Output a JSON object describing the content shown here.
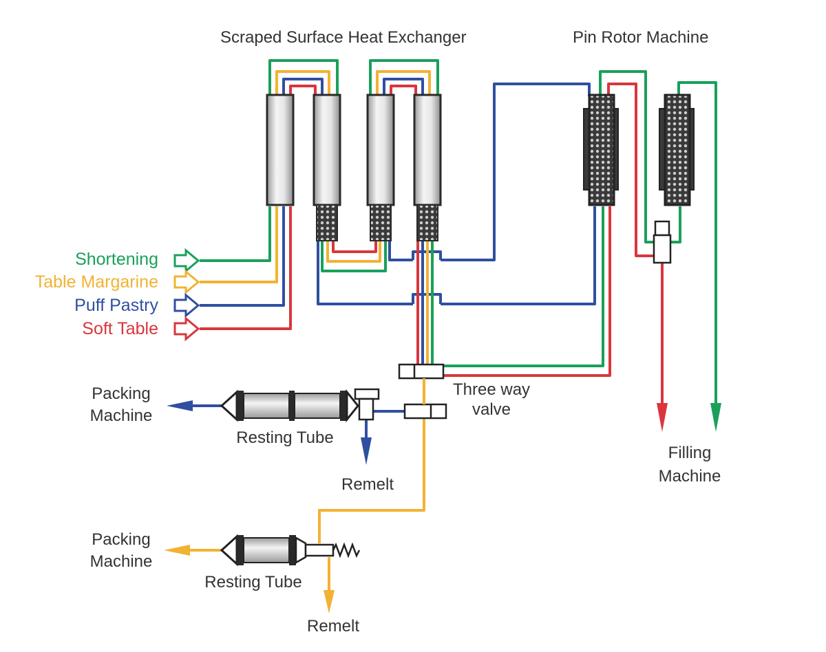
{
  "headings": {
    "sshe": "Scraped Surface Heat Exchanger",
    "pin_rotor": "Pin Rotor Machine"
  },
  "inputs": [
    {
      "label": "Shortening",
      "color": "#1aa05a"
    },
    {
      "label": "Table Margarine",
      "color": "#f2b233"
    },
    {
      "label": "Puff Pastry",
      "color": "#2f4fa0"
    },
    {
      "label": "Soft Table",
      "color": "#d9363e"
    }
  ],
  "labels": {
    "three_way_valve_l1": "Three way",
    "three_way_valve_l2": "valve",
    "packing_upper_l1": "Packing",
    "packing_upper_l2": "Machine",
    "resting_tube_upper": "Resting Tube",
    "remelt_upper": "Remelt",
    "packing_lower_l1": "Packing",
    "packing_lower_l2": "Machine",
    "resting_tube_lower": "Resting Tube",
    "remelt_lower": "Remelt",
    "filling_l1": "Filling",
    "filling_l2": "Machine"
  },
  "colors": {
    "green": "#1aa05a",
    "yellow": "#f2b233",
    "blue": "#2f4fa0",
    "red": "#d9363e",
    "equipment": "#333333"
  }
}
